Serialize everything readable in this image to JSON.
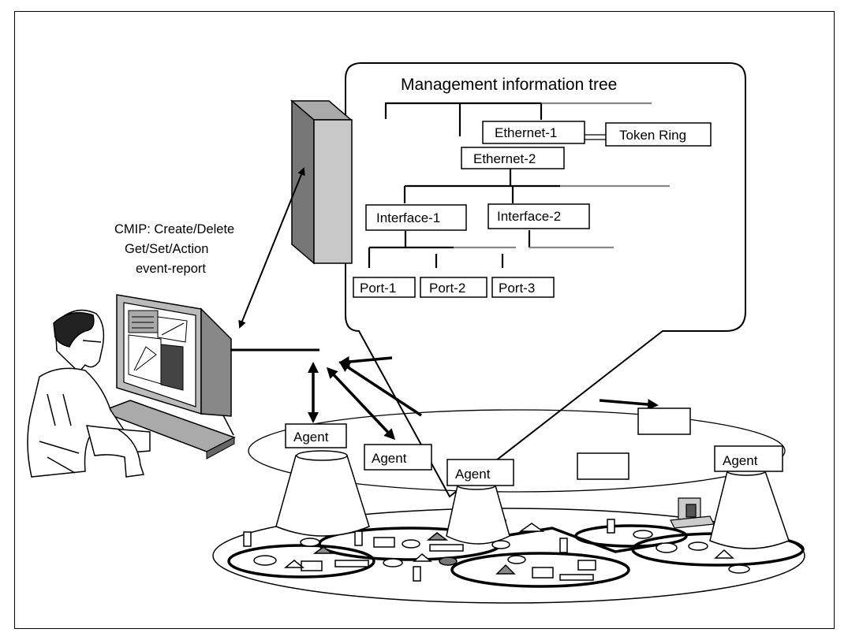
{
  "diagram": {
    "title": "Management information tree",
    "cmip_lines": [
      "CMIP: Create/Delete",
      "Get/Set/Action",
      "event-report"
    ],
    "tree_nodes": {
      "ethernet1": "Ethernet-1",
      "token_ring": "Token Ring",
      "ethernet2": "Ethernet-2",
      "interface1": "Interface-1",
      "interface2": "Interface-2",
      "port1": "Port-1",
      "port2": "Port-2",
      "port3": "Port-3"
    },
    "agents": [
      "Agent",
      "Agent",
      "Agent",
      "Agent"
    ]
  }
}
